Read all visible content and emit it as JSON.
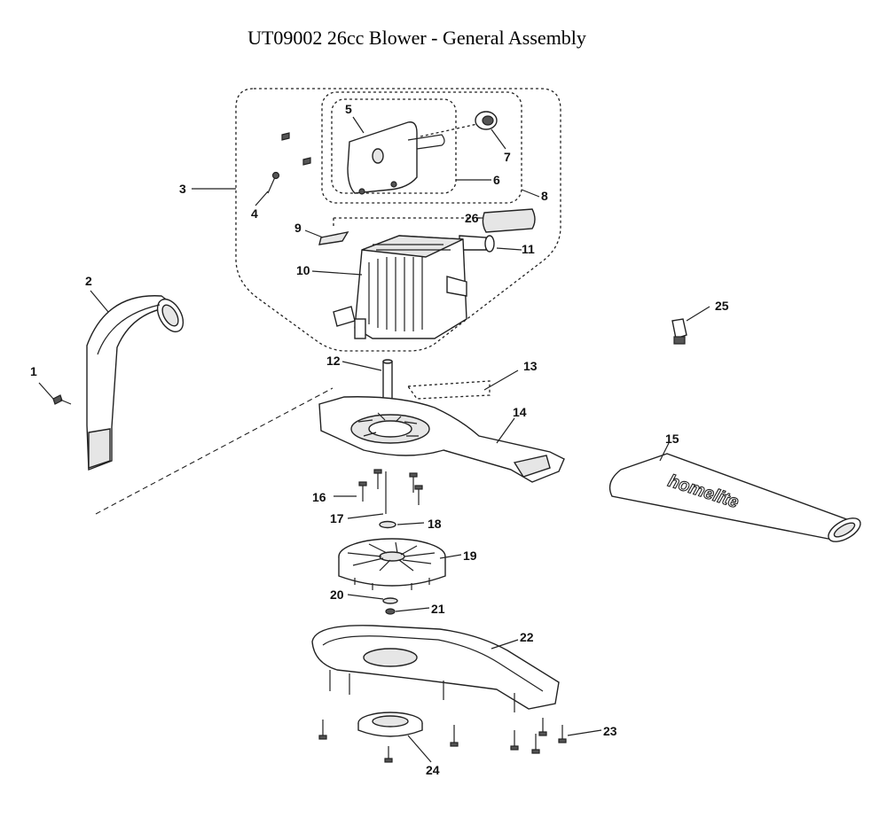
{
  "title": "UT09002 26cc Blower - General Assembly",
  "brand_text": "homelite",
  "callouts": [
    "1",
    "2",
    "3",
    "4",
    "5",
    "6",
    "7",
    "8",
    "9",
    "10",
    "11",
    "12",
    "13",
    "14",
    "15",
    "16",
    "17",
    "18",
    "19",
    "20",
    "21",
    "22",
    "23",
    "24",
    "25",
    "26"
  ]
}
